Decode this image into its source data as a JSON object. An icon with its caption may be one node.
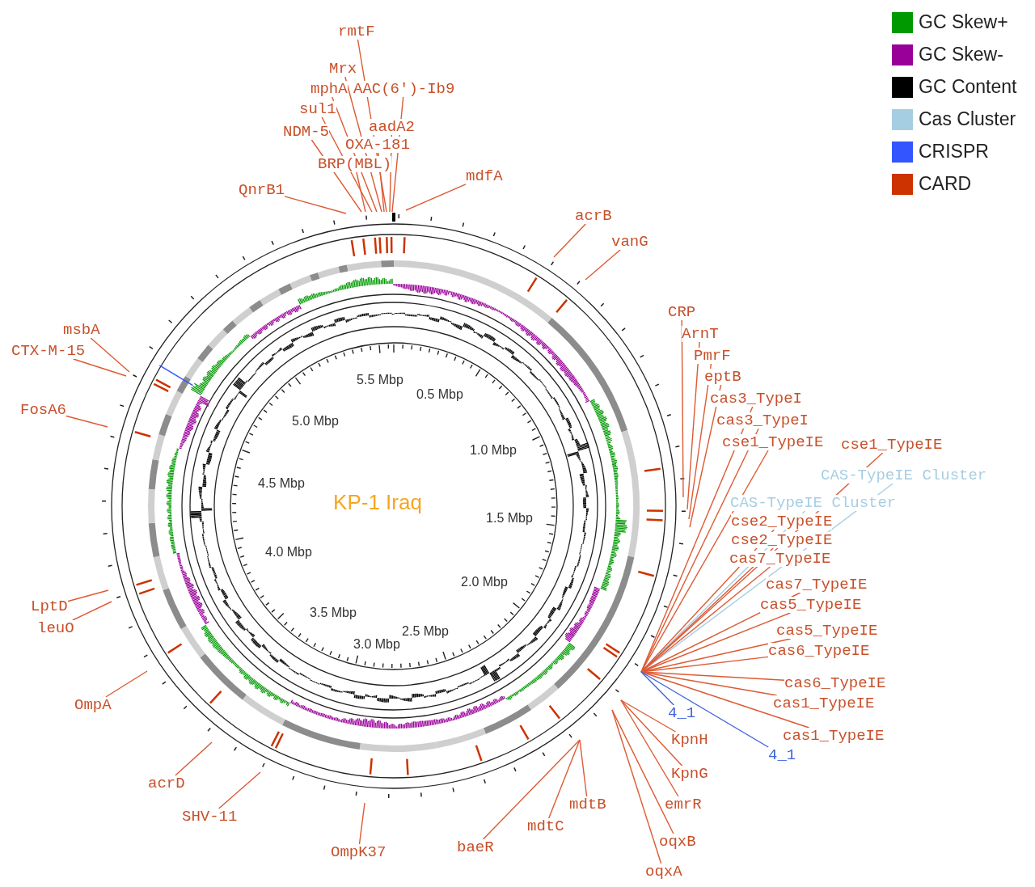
{
  "diagram": {
    "title": "KP-1 Iraq",
    "nodes": [
      {
        "text": [
          "rmtF"
        ]
      },
      {
        "text": [
          "Mrx"
        ]
      },
      {
        "text": [
          "mphA"
        ]
      },
      {
        "text": [
          "AAC(6')-Ib9"
        ]
      },
      {
        "text": [
          "sul1"
        ]
      },
      {
        "text": [
          "aadA2"
        ]
      },
      {
        "text": [
          "NDM-5"
        ]
      },
      {
        "text": [
          "OXA-181"
        ]
      },
      {
        "text": [
          "BRP(MBL)"
        ]
      },
      {
        "text": [
          "QnrB1"
        ]
      },
      {
        "text": [
          "mdfA"
        ]
      },
      {
        "text": [
          "acrB"
        ]
      },
      {
        "text": [
          "vanG"
        ]
      },
      {
        "text": [
          "msbA"
        ]
      },
      {
        "text": [
          "CTX-M-15"
        ]
      },
      {
        "text": [
          "CRP"
        ]
      },
      {
        "text": [
          "ArnT"
        ]
      },
      {
        "text": [
          "PmrF"
        ]
      },
      {
        "text": [
          "eptB"
        ]
      },
      {
        "text": [
          "cas3_TypeI"
        ]
      },
      {
        "text": [
          "cas3_TypeI"
        ]
      },
      {
        "text": [
          "cse1_TypeIE"
        ]
      },
      {
        "text": [
          "cse1_TypeIE"
        ]
      },
      {
        "text": [
          "FosA6"
        ]
      },
      {
        "text": [
          "CAS-TypeIE Cluster"
        ]
      },
      {
        "text": [
          "CAS-TypeIE Cluster"
        ]
      },
      {
        "text": [
          "cse2_TypeIE"
        ]
      },
      {
        "text": [
          "cse2_TypeIE"
        ]
      },
      {
        "text": [
          "cas7_TypeIE"
        ]
      },
      {
        "text": [
          "cas7_TypeIE"
        ]
      },
      {
        "text": [
          "cas5_TypeIE"
        ]
      },
      {
        "text": [
          "LptD"
        ]
      },
      {
        "text": [
          "leuO"
        ]
      },
      {
        "text": [
          "cas5_TypeIE"
        ]
      },
      {
        "text": [
          "cas6_TypeIE"
        ]
      },
      {
        "text": [
          "cas6_TypeIE"
        ]
      },
      {
        "text": [
          "OmpA"
        ]
      },
      {
        "text": [
          "cas1_TypeIE"
        ]
      },
      {
        "text": [
          "4_1"
        ]
      },
      {
        "text": [
          "KpnH"
        ]
      },
      {
        "text": [
          "cas1_TypeIE"
        ]
      },
      {
        "text": [
          "4_1"
        ]
      },
      {
        "text": [
          "KpnG"
        ]
      },
      {
        "text": [
          "acrD"
        ]
      },
      {
        "text": [
          "mdtB"
        ]
      },
      {
        "text": [
          "emrR"
        ]
      },
      {
        "text": [
          "SHV-11"
        ]
      },
      {
        "text": [
          "mdtC"
        ]
      },
      {
        "text": [
          "oqxB"
        ]
      },
      {
        "text": [
          "baeR"
        ]
      },
      {
        "text": [
          "OmpK37"
        ]
      },
      {
        "text": [
          "oqxA"
        ]
      }
    ],
    "edges": [
      {
        "from": 0,
        "to": null,
        "arrow": "none"
      },
      {
        "from": 1,
        "to": null,
        "arrow": "none"
      },
      {
        "from": 2,
        "to": null,
        "arrow": "none"
      },
      {
        "from": 3,
        "to": null,
        "arrow": "none"
      },
      {
        "from": 4,
        "to": null,
        "arrow": "none"
      },
      {
        "from": 5,
        "to": null,
        "arrow": "none"
      },
      {
        "from": 6,
        "to": null,
        "arrow": "none"
      },
      {
        "from": 7,
        "to": null,
        "arrow": "none"
      },
      {
        "from": 8,
        "to": null,
        "arrow": "none"
      },
      {
        "from": 9,
        "to": null,
        "arrow": "none"
      },
      {
        "from": 10,
        "to": null,
        "arrow": "none"
      },
      {
        "from": 11,
        "to": null,
        "arrow": "none"
      },
      {
        "from": 12,
        "to": null,
        "arrow": "none"
      },
      {
        "from": 13,
        "to": null,
        "arrow": "none"
      },
      {
        "from": 14,
        "to": null,
        "arrow": "none"
      },
      {
        "from": 15,
        "to": null,
        "arrow": "none"
      },
      {
        "from": 16,
        "to": null,
        "arrow": "none"
      },
      {
        "from": 17,
        "to": null,
        "arrow": "none"
      },
      {
        "from": 18,
        "to": null,
        "arrow": "none"
      },
      {
        "from": 19,
        "to": null,
        "arrow": "none"
      },
      {
        "from": 20,
        "to": null,
        "arrow": "none"
      },
      {
        "from": 21,
        "to": null,
        "arrow": "none"
      },
      {
        "from": 22,
        "to": null,
        "arrow": "none"
      },
      {
        "from": 23,
        "to": null,
        "arrow": "none"
      },
      {
        "from": 24,
        "to": null,
        "arrow": "none",
        "color": "#a6cee3"
      },
      {
        "from": 25,
        "to": null,
        "arrow": "none",
        "color": "#a6cee3"
      },
      {
        "from": 26,
        "to": null,
        "arrow": "none"
      },
      {
        "from": 27,
        "to": null,
        "arrow": "none"
      },
      {
        "from": 28,
        "to": null,
        "arrow": "none"
      },
      {
        "from": 29,
        "to": null,
        "arrow": "none"
      },
      {
        "from": 30,
        "to": null,
        "arrow": "none"
      },
      {
        "from": 31,
        "to": null,
        "arrow": "none"
      },
      {
        "from": 32,
        "to": null,
        "arrow": "none"
      },
      {
        "from": 33,
        "to": null,
        "arrow": "none"
      },
      {
        "from": 34,
        "to": null,
        "arrow": "none"
      },
      {
        "from": 35,
        "to": null,
        "arrow": "none"
      },
      {
        "from": 36,
        "to": null,
        "arrow": "none"
      },
      {
        "from": 37,
        "to": null,
        "arrow": "none"
      },
      {
        "from": 38,
        "to": null,
        "arrow": "none",
        "color": "#3d63dd"
      },
      {
        "from": 39,
        "to": null,
        "arrow": "none"
      },
      {
        "from": 40,
        "to": null,
        "arrow": "none"
      },
      {
        "from": 41,
        "to": null,
        "arrow": "none",
        "color": "#3d63dd"
      },
      {
        "from": 42,
        "to": null,
        "arrow": "none"
      },
      {
        "from": 43,
        "to": null,
        "arrow": "none"
      },
      {
        "from": 44,
        "to": null,
        "arrow": "none"
      },
      {
        "from": 45,
        "to": null,
        "arrow": "none"
      },
      {
        "from": 46,
        "to": null,
        "arrow": "none"
      },
      {
        "from": 47,
        "to": null,
        "arrow": "none"
      },
      {
        "from": 48,
        "to": null,
        "arrow": "none"
      },
      {
        "from": 49,
        "to": null,
        "arrow": "none"
      },
      {
        "from": 50,
        "to": null,
        "arrow": "none"
      },
      {
        "from": 51,
        "to": null,
        "arrow": "none"
      }
    ],
    "labels": [
      "5.5 Mbp",
      "0.5 Mbp",
      "5.0 Mbp",
      "1.0 Mbp",
      "4.5 Mbp",
      "1.5 Mbp",
      "4.0 Mbp",
      "2.0 Mbp",
      "3.5 Mbp",
      "2.5 Mbp",
      "3.0 Mbp"
    ],
    "legend": [
      {
        "text": "GC Skew+",
        "color": "#009900"
      },
      {
        "text": "GC Skew-",
        "color": "#990099"
      },
      {
        "text": "GC Content",
        "color": "#000000"
      },
      {
        "text": "Cas Cluster",
        "color": "#a6cee3"
      },
      {
        "text": "CRISPR",
        "color": "#3355ff"
      },
      {
        "text": "CARD",
        "color": "#cc3300"
      }
    ]
  }
}
